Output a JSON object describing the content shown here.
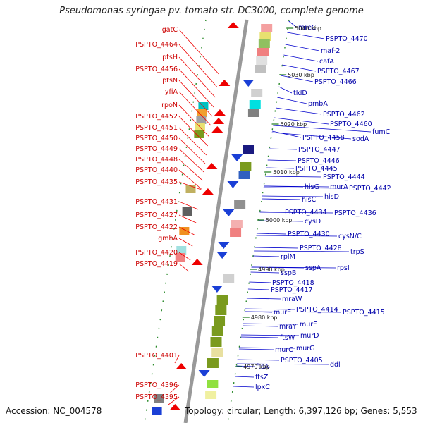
{
  "title": "Pseudomonas syringae pv. tomato str. DC3000, complete genome",
  "footer": {
    "accession": "Accession: NC_004578",
    "summary": "Topology: circular; Length: 6,397,126 bp; Genes: 5,553"
  },
  "colors": {
    "left_label": "#cc0000",
    "right_label": "#0000aa",
    "backbone": "#999999",
    "green_feature": "#7a9a1e",
    "blue_feature": "#1a3fd6"
  },
  "scale_ticks": [
    {
      "label": "5040 kbp"
    },
    {
      "label": "5030 kbp"
    },
    {
      "label": "5020 kbp"
    },
    {
      "label": "5010 kbp"
    },
    {
      "label": "5000 kbp"
    },
    {
      "label": "4990 kbp"
    },
    {
      "label": "4980 kbp"
    },
    {
      "label": "4970 kbp"
    }
  ],
  "left_labels": [
    "gatC",
    "PSPTO_4464",
    "ptsH",
    "PSPTO_4456",
    "ptsN",
    "yfiA",
    "rpoN",
    "PSPTO_4452",
    "PSPTO_4451",
    "PSPTO_4450",
    "PSPTO_4449",
    "PSPTO_4448",
    "PSPTO_4440",
    "PSPTO_4435",
    "PSPTO_4431",
    "PSPTO_4427",
    "PSPTO_4422",
    "gmhA",
    "PSPTO_4420",
    "PSPTO_4419",
    "PSPTO_4401",
    "PSPTO_4396",
    "PSPTO_4395"
  ],
  "right_labels": [
    "mreC",
    "PSPTO_4470",
    "maf-2",
    "cafA",
    "PSPTO_4467",
    "PSPTO_4466",
    "tldD",
    "pmbA",
    "PSPTO_4462",
    "PSPTO_4460",
    "fumC",
    "PSPTO_4458",
    "sodA",
    "PSPTO_4447",
    "PSPTO_4446",
    "PSPTO_4445",
    "PSPTO_4444",
    "hisG",
    "murA",
    "PSPTO_4442",
    "hisD",
    "hisC",
    "PSPTO_4434",
    "PSPTO_4436",
    "cysD",
    "PSPTO_4430",
    "cysN/C",
    "PSPTO_4428",
    "trpS",
    "rplM",
    "sspA",
    "rpsI",
    "sspB",
    "PSPTO_4418",
    "PSPTO_4417",
    "mraW",
    "PSPTO_4414",
    "PSPTO_4415",
    "murE",
    "mraY",
    "murF",
    "murD",
    "ftsW",
    "murG",
    "murC",
    "PSPTO_4405",
    "ddl",
    "ftsA",
    "ftsZ",
    "lpxC"
  ]
}
